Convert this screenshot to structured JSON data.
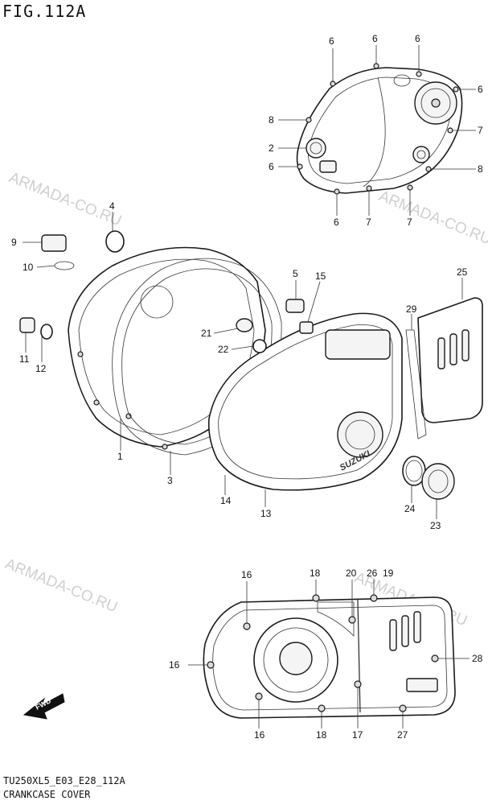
{
  "figure_title": "FIG.112A",
  "footer": {
    "model_code": "TU250XL5_E03_E28_112A",
    "section_name": "CRANKCASE COVER"
  },
  "watermark": "ARMADA-CO.RU",
  "cover_brand": "SUZUKI",
  "fwd_label": "FWD",
  "callouts": {
    "c1": "1",
    "c2": "2",
    "c3": "3",
    "c4": "4",
    "c5": "5",
    "c6a": "6",
    "c6b": "6",
    "c6c": "6",
    "c6d": "6",
    "c6e": "6",
    "c6f": "6",
    "c7a": "7",
    "c7b": "7",
    "c7c": "7",
    "c8a": "8",
    "c8b": "8",
    "c9": "9",
    "c10": "10",
    "c11": "11",
    "c12": "12",
    "c13": "13",
    "c14": "14",
    "c15": "15",
    "c16a": "16",
    "c16b": "16",
    "c16c": "16",
    "c17": "17",
    "c18a": "18",
    "c18b": "18",
    "c19": "19",
    "c20": "20",
    "c21": "21",
    "c22": "22",
    "c23": "23",
    "c24": "24",
    "c25": "25",
    "c26": "26",
    "c27": "27",
    "c28": "28",
    "c29": "29"
  }
}
